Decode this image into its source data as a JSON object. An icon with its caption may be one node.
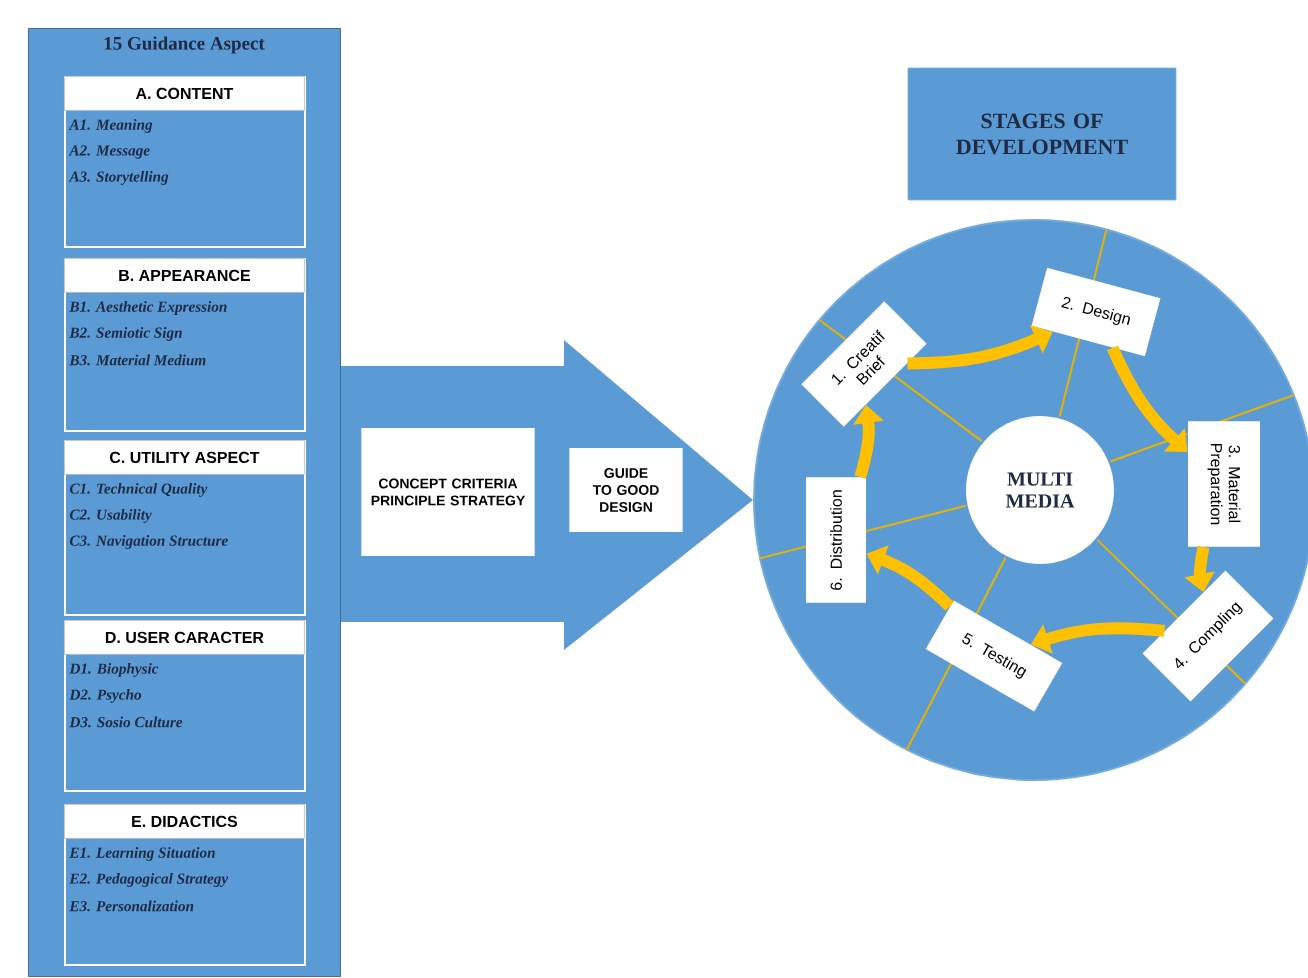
{
  "diagram": {
    "nodes": [
      {
        "text": [
          "15 Guidance Aspect"
        ]
      },
      {
        "text": [
          "A. CONTENT",
          "A1. Meaning",
          "A2. Message",
          "A3. Storytelling"
        ],
        "in": 0
      },
      {
        "text": [
          "B. APPEARANCE",
          "B1. Aesthetic Expression",
          "B2. Semiotic Sign",
          "B3. Material Medium"
        ],
        "in": 0
      },
      {
        "text": [
          "C. UTILITY ASPECT",
          "C1. Technical Quality",
          "C2. Usability",
          "C3. Navigation Structure"
        ],
        "in": 0
      },
      {
        "text": [
          "D. USER CARACTER",
          "D1. Biophysic",
          "D2. Psycho",
          "D3. Sosio Culture"
        ],
        "in": 0
      },
      {
        "text": [
          "E. DIDACTICS",
          "E1. Learning Situation",
          "E2. Pedagogical Strategy",
          "E3. Personalization"
        ],
        "in": 0
      },
      {
        "text": [
          "CONCEPT CRITERIA PRINCIPLE STRATEGY"
        ]
      },
      {
        "text": [
          "GUIDE TO GOOD DESIGN"
        ]
      },
      {
        "text": [
          "STAGES OF DEVELOPMENT"
        ]
      },
      {
        "text": [],
        "shape": "circle"
      },
      {
        "text": [
          "MULTI MEDIA"
        ],
        "in": 9
      },
      {
        "text": [
          "1. Creatif Brief"
        ],
        "in": 9
      },
      {
        "text": [
          "2. Design"
        ],
        "in": 9
      },
      {
        "text": [
          "3. Material Preparation"
        ],
        "in": 9
      },
      {
        "text": [
          "4. Compling"
        ],
        "in": 9
      },
      {
        "text": [
          "5. Testing"
        ],
        "in": 9
      },
      {
        "text": [
          "6. Distribution"
        ],
        "in": 9
      }
    ],
    "edges": [
      {
        "from": 0,
        "to": 9,
        "arrow": "to",
        "style": "thick",
        "color": "#5b9bd5"
      },
      {
        "from": 11,
        "to": 12,
        "arrow": "to"
      },
      {
        "from": 12,
        "to": 13,
        "arrow": "to"
      },
      {
        "from": 13,
        "to": 14,
        "arrow": "to"
      },
      {
        "from": 14,
        "to": 15,
        "arrow": "to"
      },
      {
        "from": 15,
        "to": 16,
        "arrow": "to"
      },
      {
        "from": 16,
        "to": 11,
        "arrow": "to"
      }
    ]
  }
}
